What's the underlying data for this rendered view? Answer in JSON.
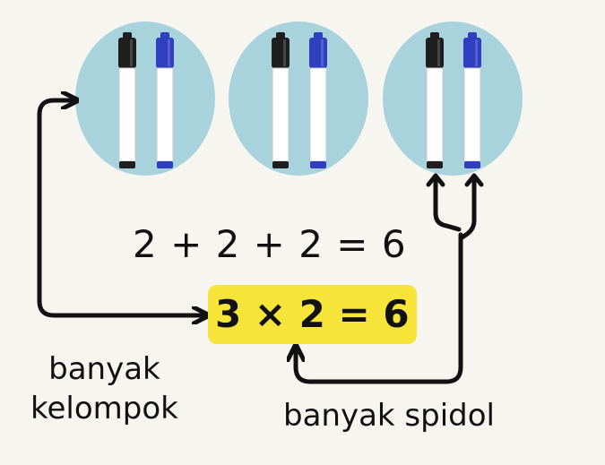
{
  "groups": [
    {
      "markers": [
        "black",
        "blue"
      ]
    },
    {
      "markers": [
        "black",
        "blue"
      ]
    },
    {
      "markers": [
        "black",
        "blue"
      ]
    }
  ],
  "equation_sum": "2 + 2 + 2 = 6",
  "equation_product": "3 × 2 = 6",
  "labels": {
    "groups_line1": "banyak",
    "groups_line2": "kelompok",
    "markers": "banyak spidol"
  },
  "colors": {
    "circle": "#a9d3dc",
    "marker_body": "#ffffff",
    "cap_black": "#1e1e1e",
    "cap_blue": "#2f3fbf",
    "highlight": "#f6e43a",
    "arrow": "#111111"
  }
}
